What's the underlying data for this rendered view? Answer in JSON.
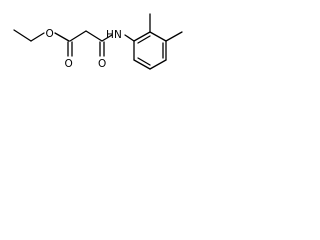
{
  "molecule": {
    "atoms": {
      "nitrogen": "N",
      "ketone_oxygen": "O",
      "ester_oxygen": "O",
      "carbonyl_oxygen": "O",
      "hydrogen": "H"
    },
    "colors": {
      "bond": "#000000",
      "label": "#000000",
      "background": "#ffffff"
    }
  }
}
